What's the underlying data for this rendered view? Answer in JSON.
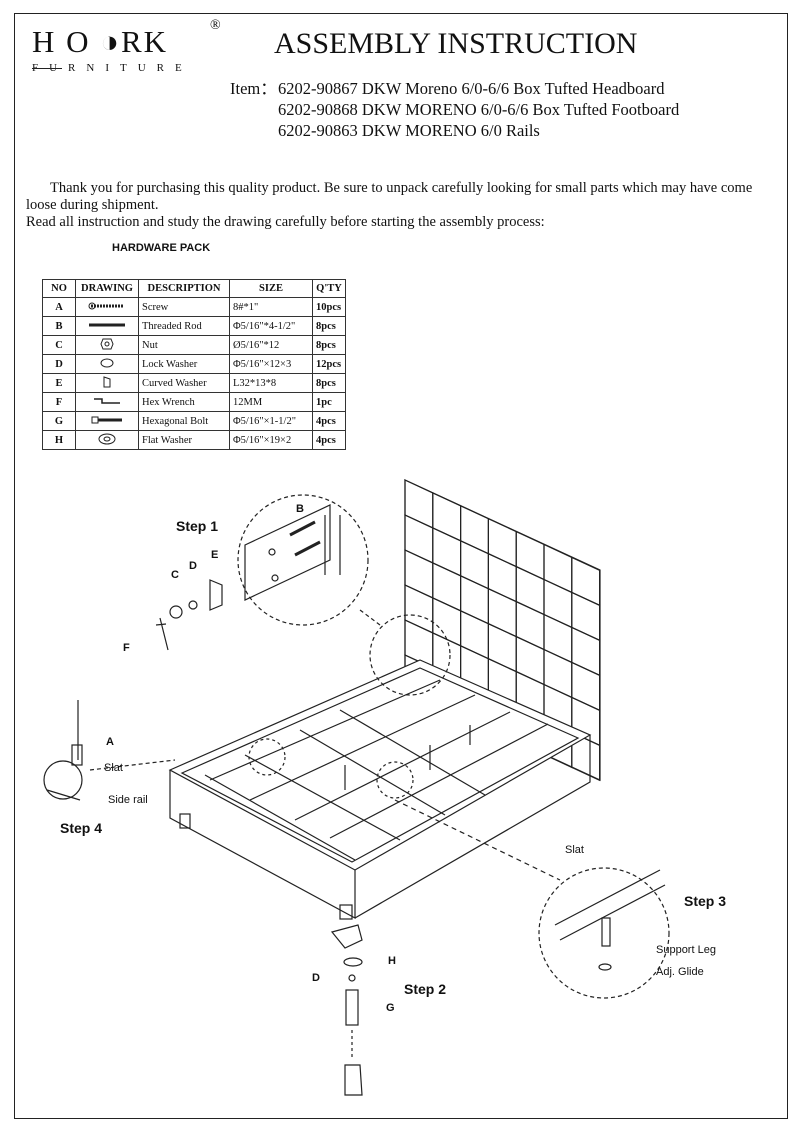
{
  "header": {
    "logo_main": "H  O  ◑RK",
    "logo_sub": "FURNITURE",
    "title": "ASSEMBLY INSTRUCTION"
  },
  "items": {
    "label": "Item：",
    "lines": [
      "6202-90867 DKW Moreno 6/0-6/6 Box Tufted Headboard",
      "6202-90868 DKW MORENO 6/0-6/6 Box Tufted Footboard",
      "6202-90863 DKW MORENO 6/0 Rails"
    ]
  },
  "intro": {
    "p1": "Thank you for purchasing this quality product. Be sure to unpack carefully looking for small parts which may have come loose during shipment.",
    "p2": "Read all instruction and study the drawing carefully before starting the assembly process:"
  },
  "hardware": {
    "title": "HARDWARE PACK",
    "headers": [
      "NO",
      "DRAWING",
      "DESCRIPTION",
      "SIZE",
      "Q'TY"
    ],
    "rows": [
      {
        "no": "A",
        "icon": "screw-icon",
        "desc": "Screw",
        "size": "8#*1\"",
        "qty": "10pcs"
      },
      {
        "no": "B",
        "icon": "threaded-rod-icon",
        "desc": "Threaded Rod",
        "size": "Φ5/16\"*4-1/2\"",
        "qty": "8pcs"
      },
      {
        "no": "C",
        "icon": "nut-icon",
        "desc": "Nut",
        "size": "Ø5/16\"*12",
        "qty": "8pcs"
      },
      {
        "no": "D",
        "icon": "lock-washer-icon",
        "desc": "Lock Washer",
        "size": "Φ5/16\"×12×3",
        "qty": "12pcs"
      },
      {
        "no": "E",
        "icon": "curved-washer-icon",
        "desc": "Curved Washer",
        "size": "L32*13*8",
        "qty": "8pcs"
      },
      {
        "no": "F",
        "icon": "hex-wrench-icon",
        "desc": "Hex Wrench",
        "size": "12MM",
        "qty": "1pc"
      },
      {
        "no": "G",
        "icon": "hexagonal-bolt-icon",
        "desc": "Hexagonal Bolt",
        "size": "Φ5/16\"×1-1/2\"",
        "qty": "4pcs"
      },
      {
        "no": "H",
        "icon": "flat-washer-icon",
        "desc": "Flat Washer",
        "size": "Φ5/16\"×19×2",
        "qty": "4pcs"
      }
    ]
  },
  "diagram": {
    "steps": [
      "Step 1",
      "Step 2",
      "Step 3",
      "Step 4"
    ],
    "labels": {
      "B": "B",
      "C": "C",
      "D": "D",
      "E": "E",
      "F": "F",
      "A": "A",
      "H": "H",
      "G": "G",
      "D2": "D",
      "slat": "Slat",
      "side_rail": "Side rail",
      "slat3": "Slat",
      "support_leg": "Support Leg",
      "adj_glide": "Adj. Glide"
    }
  }
}
